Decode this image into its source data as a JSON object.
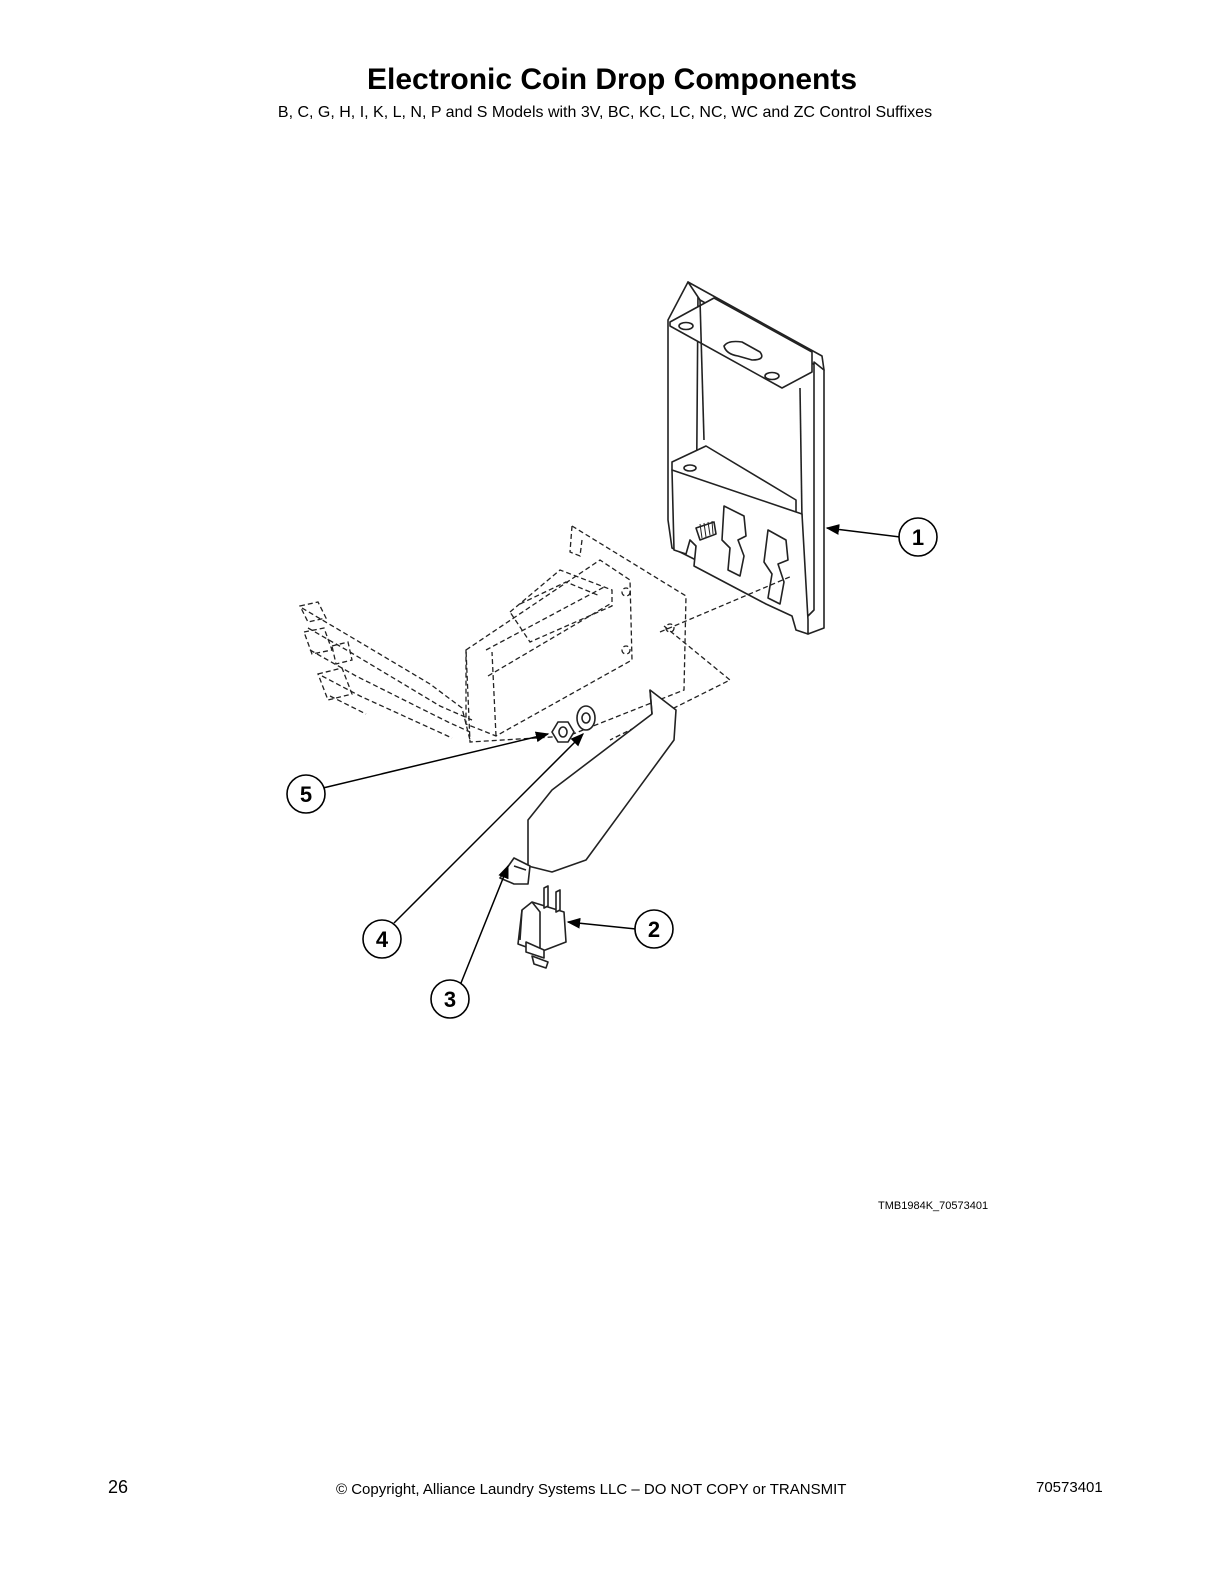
{
  "page": {
    "title": "Electronic Coin Drop Components",
    "subtitle": "B, C, G, H, I, K, L, N, P and S Models with 3V, BC, KC, LC, NC, WC and ZC Control Suffixes"
  },
  "diagram": {
    "callouts": [
      {
        "number": "1"
      },
      {
        "number": "2"
      },
      {
        "number": "3"
      },
      {
        "number": "4"
      },
      {
        "number": "5"
      }
    ],
    "figure_code": "TMB1984K_70573401"
  },
  "footer": {
    "page_number": "26",
    "copyright": "© Copyright, Alliance Laundry Systems LLC – DO NOT COPY or TRANSMIT",
    "document_number": "70573401"
  }
}
